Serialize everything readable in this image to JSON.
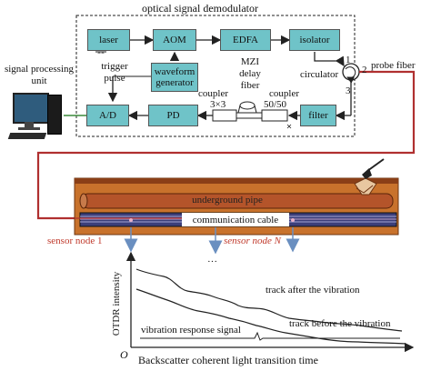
{
  "title": "optical signal demodulator",
  "blocks": {
    "laser": "laser",
    "aom": "AOM",
    "edfa": "EDFA",
    "isolator": "isolator",
    "waveform": "waveform generator",
    "ad": "A/D",
    "pd": "PD",
    "filter": "filter"
  },
  "labels": {
    "trigger_pulse": "trigger pulse",
    "mzi_delay_fiber": "MZI delay fiber",
    "coupler_left": "coupler",
    "coupler_right": "coupler",
    "ratio_3x3": "3×3",
    "ratio_5050": "50/50",
    "circulator": "circulator",
    "port1": "1",
    "port2": "2",
    "port3": "3",
    "probe_fiber": "probe fiber",
    "signal_processing_unit": "signal processing unit",
    "underground_pipe": "underground pipe",
    "communication_cable": "communication cable",
    "sensor_node_1": "sensor node 1",
    "sensor_node_n": "sensor node N",
    "ellipsis": "···"
  },
  "chart": {
    "ylabel": "OTDR intensity",
    "xlabel": "Backscatter coherent light transition time",
    "origin": "O",
    "annotations": {
      "after": "track after the vibration",
      "before": "track before the vibration",
      "response": "vibration response signal"
    }
  },
  "colors": {
    "block_fill": "#6fc3c8",
    "fiber_red": "#b03030",
    "pipe_brown": "#b4542a",
    "ground_orange": "#c8722c",
    "arrow_blue": "#6a8fc0"
  }
}
